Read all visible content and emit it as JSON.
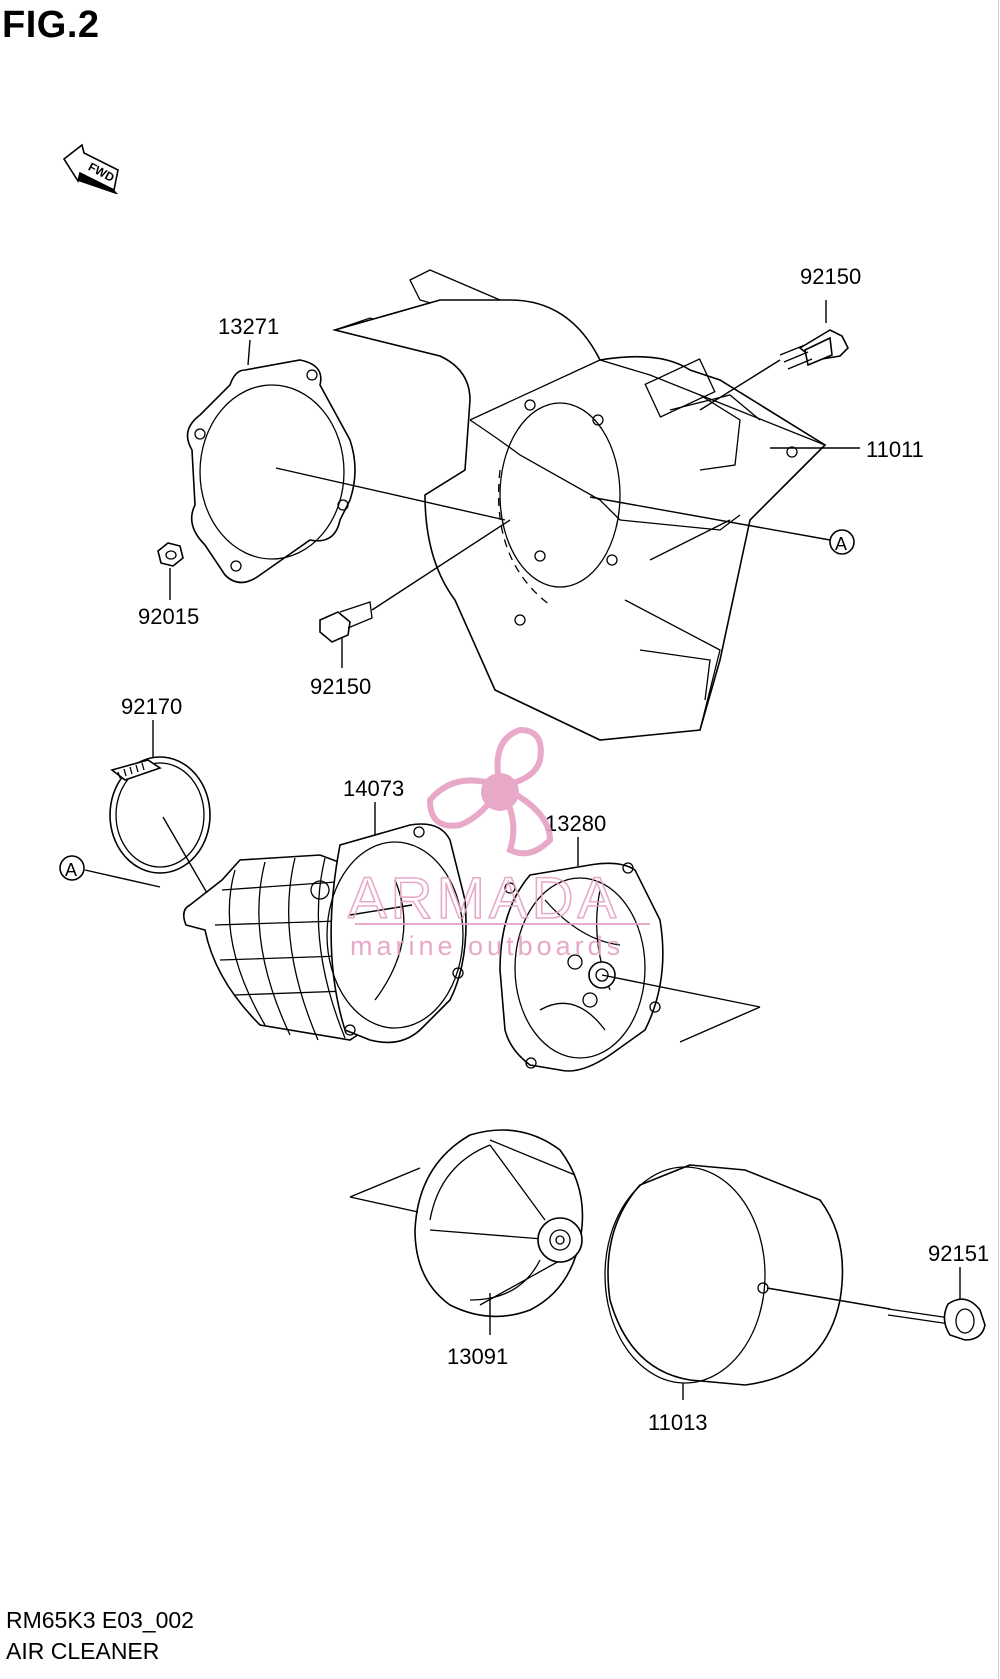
{
  "figure": {
    "title": "FIG.2"
  },
  "direction_arrow": {
    "label": "FWD",
    "icon": "fwd-arrow-icon"
  },
  "parts": [
    {
      "number": "92150"
    },
    {
      "number": "13271"
    },
    {
      "number": "11011"
    },
    {
      "number": "92015"
    },
    {
      "number": "92150"
    },
    {
      "number": "92170"
    },
    {
      "number": "14073"
    },
    {
      "number": "13280"
    },
    {
      "number": "92151"
    },
    {
      "number": "13091"
    },
    {
      "number": "11013"
    }
  ],
  "reference_marks": {
    "a_label": "A"
  },
  "watermark": {
    "brand": "ARMADA",
    "tagline": "marine outboards",
    "icon": "propeller-logo-icon",
    "color": "#e6a0c4"
  },
  "footer": {
    "code": "RM65K3 E03_002",
    "title": "AIR CLEANER"
  }
}
